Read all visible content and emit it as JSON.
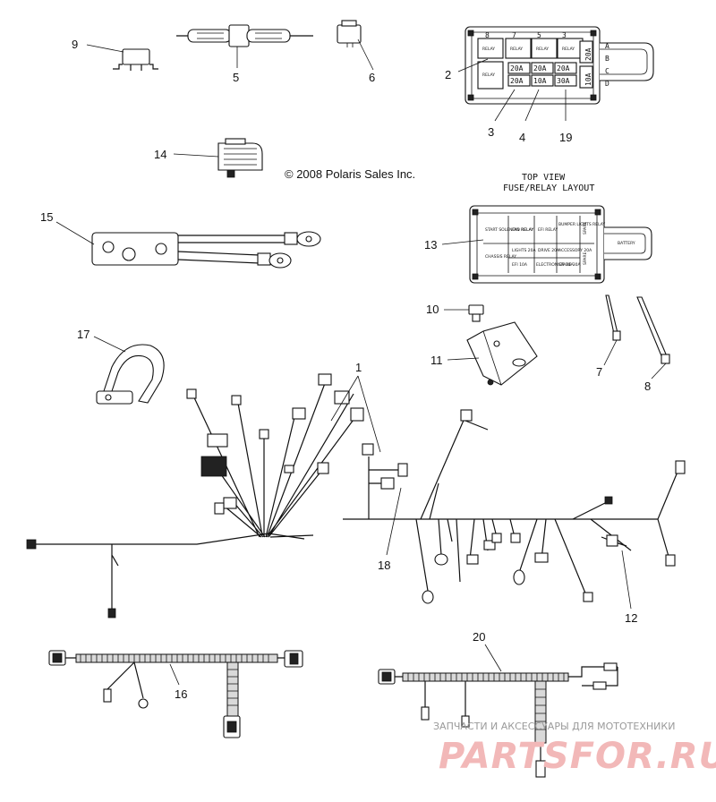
{
  "copyright": "© 2008 Polaris Sales Inc.",
  "fuse_layout_title": [
    "TOP VIEW",
    "FUSE/RELAY LAYOUT"
  ],
  "callouts": {
    "c1": "1",
    "c2": "2",
    "c3": "3",
    "c4": "4",
    "c5": "5",
    "c6": "6",
    "c7": "7",
    "c8": "8",
    "c9": "9",
    "c10": "10",
    "c11": "11",
    "c12": "12",
    "c13": "13",
    "c14": "14",
    "c15": "15",
    "c16": "16",
    "c17": "17",
    "c18": "18",
    "c19": "19",
    "c20": "20"
  },
  "fuse_box_top": {
    "relays": [
      "RELAY",
      "RELAY",
      "RELAY",
      "RELAY",
      "RELAY"
    ],
    "fuses_row1": [
      "20A",
      "20A",
      "20A"
    ],
    "fuses_row2": [
      "20A",
      "10A",
      "30A"
    ],
    "side_fuse": "20A",
    "side_fuse2": "10A",
    "relay_numbers": [
      "8",
      "7",
      "5",
      "3"
    ],
    "row_letters": [
      "A",
      "B",
      "C",
      "D"
    ]
  },
  "fuse_box_layout": {
    "cells": [
      "START SOLENOID RELAY",
      "FAN RELAY",
      "EFI RELAY",
      "BUMPER LIGHTS RELAY",
      "CHASSIS RELAY",
      "LIGHTS 20A",
      "DRIVE 20A",
      "ACCESSORY 20A",
      "EFI 10A",
      "ELECTRONICS 10A",
      "SPARE 30A",
      "SPARE",
      "SPARE",
      "BATTERY"
    ]
  },
  "watermark": {
    "tagline": "ЗАПЧАСТИ И АКСЕССУАРЫ ДЛЯ МОТОТЕХНИКИ",
    "brand": "PARTSFOR.RU"
  }
}
